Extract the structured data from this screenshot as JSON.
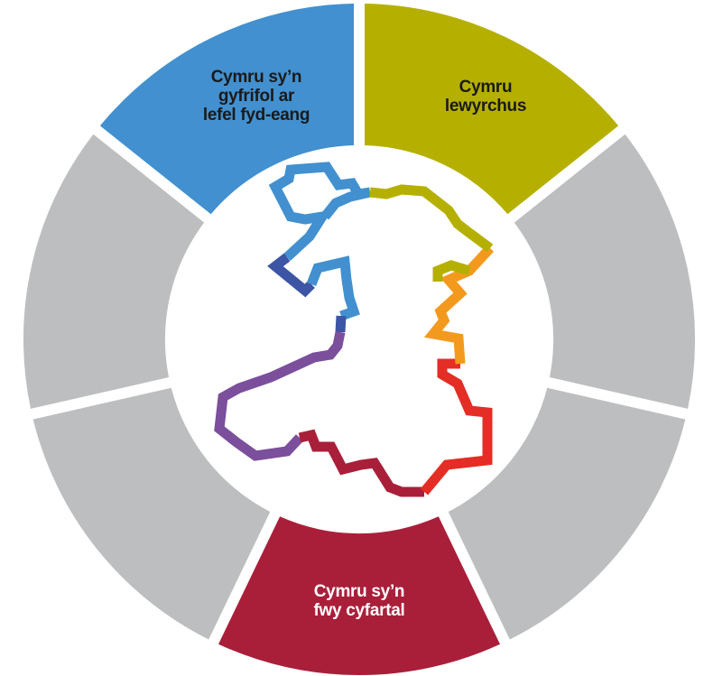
{
  "diagram": {
    "segments": [
      {
        "id": "olive",
        "label_lines": [
          "Cymru",
          "lewyrchus"
        ],
        "color": "#b5b000",
        "text": "dark"
      },
      {
        "id": "gray1",
        "label_lines": [],
        "color": "#bdbec0"
      },
      {
        "id": "gray2",
        "label_lines": [],
        "color": "#bdbec0"
      },
      {
        "id": "crimson",
        "label_lines": [
          "Cymru sy’n",
          "fwy cyfartal"
        ],
        "color": "#a91f3a",
        "text": "light"
      },
      {
        "id": "gray3",
        "label_lines": [],
        "color": "#bdbec0"
      },
      {
        "id": "gray4",
        "label_lines": [],
        "color": "#bdbec0"
      },
      {
        "id": "blue",
        "label_lines": [
          "Cymru sy’n",
          "gyfrifol ar",
          "lefel fyd-eang"
        ],
        "color": "#4290cf",
        "text": "dark"
      }
    ],
    "map_colors": {
      "blue": "#4290cf",
      "darkblue": "#3c55a5",
      "purple": "#7b4f9c",
      "crimson": "#a91f3a",
      "red": "#e42d24",
      "orange": "#f39a1e",
      "olive": "#b5b000"
    }
  }
}
